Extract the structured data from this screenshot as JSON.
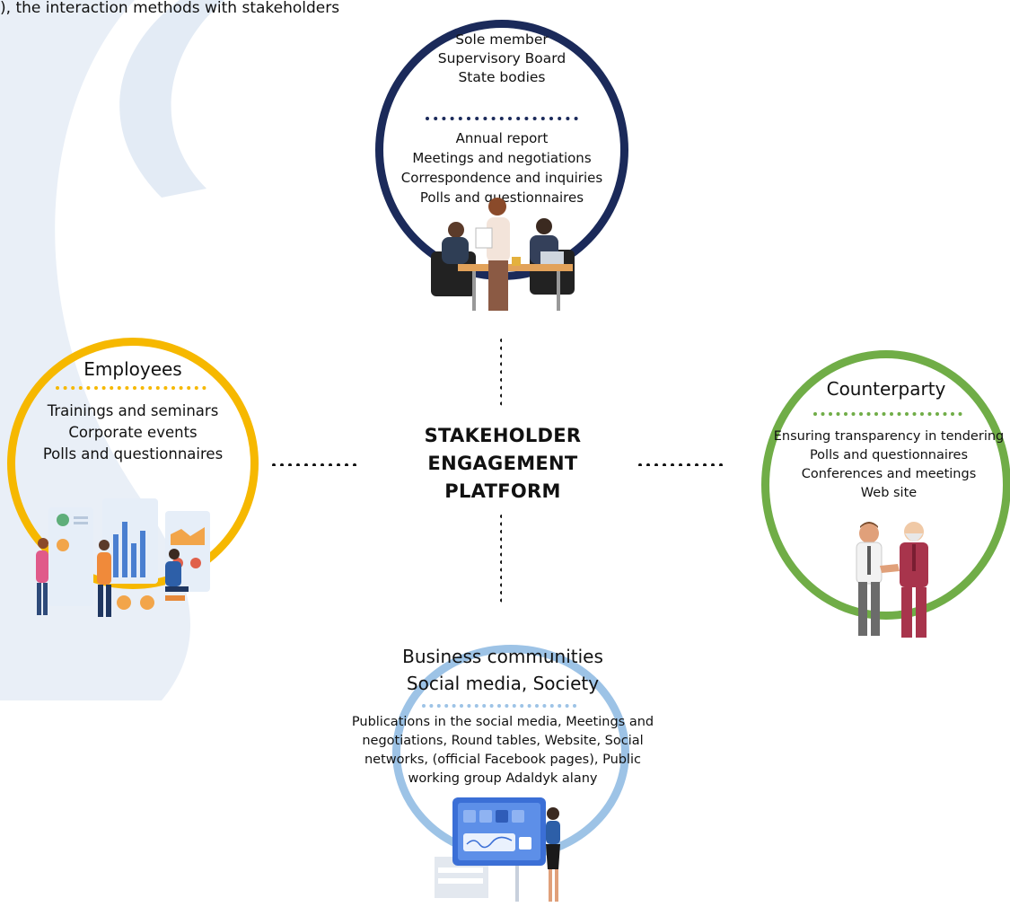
{
  "intro": "), the interaction methods with stakeholders",
  "center": {
    "line1": "STAKEHOLDER",
    "line2": "ENGAGEMENT",
    "line3": "PLATFORM"
  },
  "top": {
    "stakeholders": [
      "Sole member",
      "Supervisory Board",
      "State bodies"
    ],
    "methods": [
      "Annual report",
      "Meetings and negotiations",
      "Correspondence and inquiries",
      "Polls and questionnaires"
    ]
  },
  "left": {
    "title": "Employees",
    "methods": [
      "Trainings and seminars",
      "Corporate events",
      "Polls and questionnaires"
    ]
  },
  "right": {
    "title": "Counterparty",
    "methods": [
      "Ensuring transparency in tendering",
      "Polls and questionnaires",
      "Conferences and meetings",
      "Web site"
    ]
  },
  "bottom": {
    "title_line1": "Business communities",
    "title_line2": "Social media, Society",
    "methods": [
      "Publications in the social media, Meetings and",
      "negotiations, Round tables, Website, Social",
      "networks, (official Facebook pages), Public",
      "working group  Adaldyk alany"
    ]
  },
  "colors": {
    "top_ring": "#1b2a5a",
    "left_ring": "#f6b800",
    "right_ring": "#70ad47",
    "bottom_ring": "#9dc3e6",
    "background_shape": "#e8eef6"
  },
  "icons": {
    "top": "meeting-table-illustration",
    "left": "analytics-dashboard-illustration",
    "right": "handshake-illustration",
    "bottom": "social-media-dashboard-illustration"
  }
}
